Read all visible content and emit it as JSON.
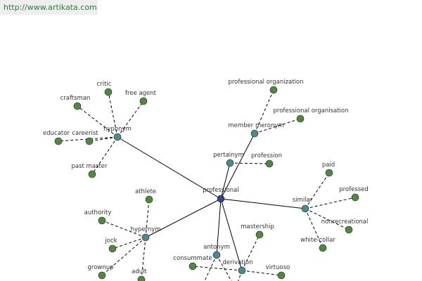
{
  "banner": {
    "url": "http://www.artikata.com"
  },
  "colors": {
    "center_node": "#3a3f8f",
    "relation_node": "#4a8a90",
    "word_node": "#4f8a3c",
    "edge": "#000000"
  },
  "graph": {
    "nodes": [
      {
        "id": "professional",
        "label": "professional",
        "kind": "center"
      },
      {
        "id": "hyponym_top",
        "label": "hyponym",
        "kind": "relation"
      },
      {
        "id": "member_meronym",
        "label": "member meronym",
        "kind": "relation"
      },
      {
        "id": "pertainym",
        "label": "pertainym",
        "kind": "relation"
      },
      {
        "id": "similar",
        "label": "similar",
        "kind": "relation"
      },
      {
        "id": "hypernym",
        "label": "hypernym",
        "kind": "relation"
      },
      {
        "id": "antonym",
        "label": "antonym",
        "kind": "relation"
      },
      {
        "id": "derivation",
        "label": "derivation",
        "kind": "relation"
      },
      {
        "id": "critic",
        "label": "critic",
        "kind": "word"
      },
      {
        "id": "craftsman",
        "label": "craftsman",
        "kind": "word"
      },
      {
        "id": "free_agent",
        "label": "free agent",
        "kind": "word"
      },
      {
        "id": "educator",
        "label": "educator",
        "kind": "word"
      },
      {
        "id": "careerist",
        "label": "careerist",
        "kind": "word"
      },
      {
        "id": "past_master",
        "label": "past master",
        "kind": "word"
      },
      {
        "id": "prof_organization",
        "label": "professional organization",
        "kind": "word"
      },
      {
        "id": "prof_organisation",
        "label": "professional organisation",
        "kind": "word"
      },
      {
        "id": "profession",
        "label": "profession",
        "kind": "word"
      },
      {
        "id": "paid",
        "label": "paid",
        "kind": "word"
      },
      {
        "id": "professed",
        "label": "professed",
        "kind": "word"
      },
      {
        "id": "nonrecreational",
        "label": "nonrecreational",
        "kind": "word"
      },
      {
        "id": "white_collar",
        "label": "white-collar",
        "kind": "word"
      },
      {
        "id": "athlete",
        "label": "athlete",
        "kind": "word"
      },
      {
        "id": "authority",
        "label": "authority",
        "kind": "word"
      },
      {
        "id": "jock",
        "label": "jock",
        "kind": "word"
      },
      {
        "id": "grownup",
        "label": "grownup",
        "kind": "word"
      },
      {
        "id": "adult",
        "label": "adult",
        "kind": "word"
      },
      {
        "id": "mastership",
        "label": "mastership",
        "kind": "word"
      },
      {
        "id": "consummate",
        "label": "consummate",
        "kind": "word"
      },
      {
        "id": "virtuoso",
        "label": "virtuoso",
        "kind": "word"
      }
    ],
    "edges": [
      {
        "from": "professional",
        "to": "hyponym_top",
        "style": "solid"
      },
      {
        "from": "professional",
        "to": "member_meronym",
        "style": "solid"
      },
      {
        "from": "professional",
        "to": "pertainym",
        "style": "solid"
      },
      {
        "from": "professional",
        "to": "similar",
        "style": "solid"
      },
      {
        "from": "professional",
        "to": "hypernym",
        "style": "solid"
      },
      {
        "from": "professional",
        "to": "antonym",
        "style": "solid"
      },
      {
        "from": "professional",
        "to": "derivation",
        "style": "solid"
      },
      {
        "from": "hyponym_top",
        "to": "critic",
        "style": "dashed"
      },
      {
        "from": "hyponym_top",
        "to": "craftsman",
        "style": "dashed"
      },
      {
        "from": "hyponym_top",
        "to": "free_agent",
        "style": "dashed"
      },
      {
        "from": "hyponym_top",
        "to": "educator",
        "style": "dashed"
      },
      {
        "from": "hyponym_top",
        "to": "careerist",
        "style": "dashed"
      },
      {
        "from": "hyponym_top",
        "to": "past_master",
        "style": "dashed"
      },
      {
        "from": "member_meronym",
        "to": "prof_organization",
        "style": "dashed"
      },
      {
        "from": "member_meronym",
        "to": "prof_organisation",
        "style": "dashed"
      },
      {
        "from": "pertainym",
        "to": "profession",
        "style": "dashed"
      },
      {
        "from": "similar",
        "to": "paid",
        "style": "dashed"
      },
      {
        "from": "similar",
        "to": "professed",
        "style": "dashed"
      },
      {
        "from": "similar",
        "to": "nonrecreational",
        "style": "dashed"
      },
      {
        "from": "similar",
        "to": "white_collar",
        "style": "dashed"
      },
      {
        "from": "hypernym",
        "to": "athlete",
        "style": "dashed"
      },
      {
        "from": "hypernym",
        "to": "authority",
        "style": "dashed"
      },
      {
        "from": "hypernym",
        "to": "jock",
        "style": "dashed"
      },
      {
        "from": "hypernym",
        "to": "grownup",
        "style": "dashed"
      },
      {
        "from": "hypernym",
        "to": "adult",
        "style": "dashed"
      },
      {
        "from": "derivation",
        "to": "mastership",
        "style": "dashed"
      },
      {
        "from": "derivation",
        "to": "consummate",
        "style": "dashed"
      },
      {
        "from": "derivation",
        "to": "virtuoso",
        "style": "dashed"
      }
    ]
  }
}
